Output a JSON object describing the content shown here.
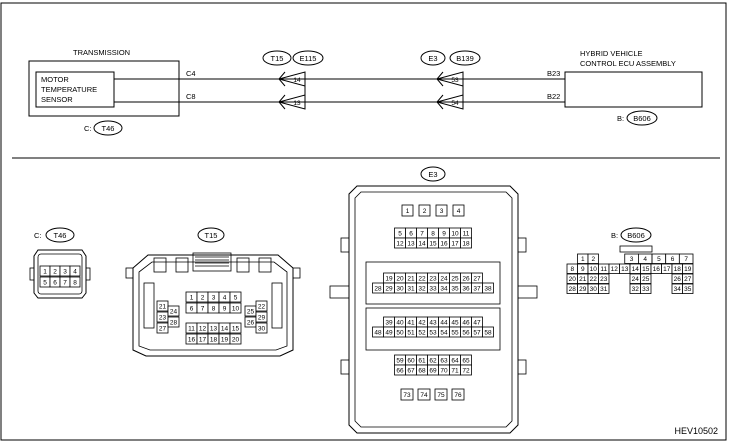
{
  "diagram": {
    "transmission": {
      "title": "TRANSMISSION",
      "sensor_lines": [
        "MOTOR",
        "TEMPERATURE",
        "SENSOR"
      ],
      "connector_caption_prefix": "C:",
      "connector_tag": "T46"
    },
    "ecu": {
      "title_lines": [
        "HYBRID VEHICLE",
        "CONTROL ECU ASSEMBLY"
      ],
      "connector_caption_prefix": "B:",
      "connector_tag": "B606"
    },
    "wires": [
      {
        "left_pin": "C4",
        "joint1_pin": "14",
        "joint2_pin": "53",
        "right_pin": "B23"
      },
      {
        "left_pin": "C8",
        "joint1_pin": "13",
        "joint2_pin": "54",
        "right_pin": "B22"
      }
    ],
    "joint_tags": {
      "joint1": [
        "T15",
        "E115"
      ],
      "joint2": [
        "E3",
        "B139"
      ]
    }
  },
  "connectors": {
    "t46": {
      "prefix": "C:",
      "tag": "T46",
      "rows": [
        [
          "1",
          "2",
          "3",
          "4"
        ],
        [
          "5",
          "6",
          "7",
          "8"
        ]
      ]
    },
    "t15": {
      "tag": "T15",
      "top_rows": [
        [
          "1",
          "2",
          "3",
          "4",
          "5"
        ],
        [
          "6",
          "7",
          "8",
          "9",
          "10"
        ]
      ],
      "bottom_rows": [
        [
          "11",
          "12",
          "13",
          "14",
          "15"
        ],
        [
          "16",
          "17",
          "18",
          "19",
          "20"
        ]
      ],
      "left_col_a": [
        "21",
        "23",
        "27"
      ],
      "left_col_b": [
        "24",
        "28"
      ],
      "right_col_a": [
        "25",
        "26"
      ],
      "right_col_b": [
        "22",
        "29",
        "30"
      ]
    },
    "e3": {
      "tag": "E3",
      "rows": [
        [
          "1",
          "2",
          "3",
          "4"
        ],
        [
          "5",
          "6",
          "7",
          "8",
          "9",
          "10",
          "11"
        ],
        [
          "12",
          "13",
          "14",
          "15",
          "16",
          "17",
          "18"
        ],
        [
          "19",
          "20",
          "21",
          "22",
          "23",
          "24",
          "25",
          "26",
          "27"
        ],
        [
          "28",
          "29",
          "30",
          "31",
          "32",
          "33",
          "34",
          "35",
          "36",
          "37",
          "38"
        ],
        [
          "39",
          "40",
          "41",
          "42",
          "43",
          "44",
          "45",
          "46",
          "47"
        ],
        [
          "48",
          "49",
          "50",
          "51",
          "52",
          "53",
          "54",
          "55",
          "56",
          "57",
          "58"
        ],
        [
          "59",
          "60",
          "61",
          "62",
          "63",
          "64",
          "65"
        ],
        [
          "66",
          "67",
          "68",
          "69",
          "70",
          "71",
          "72"
        ],
        [
          "73",
          "74",
          "75",
          "76"
        ]
      ]
    },
    "b606": {
      "prefix": "B:",
      "tag": "B606",
      "row1": [
        "1",
        "2",
        "3",
        "4",
        "5",
        "6",
        "7"
      ],
      "row2": [
        "8",
        "9",
        "10",
        "11",
        "12",
        "13",
        "14",
        "15",
        "16",
        "17",
        "18",
        "19"
      ],
      "row3_left": [
        "20",
        "21",
        "22",
        "23"
      ],
      "row3_mid": [
        "24",
        "25"
      ],
      "row3_right": [
        "26",
        "27"
      ],
      "row4_left": [
        "28",
        "29",
        "30",
        "31"
      ],
      "row4_mid": [
        "32",
        "33"
      ],
      "row4_right": [
        "34",
        "35"
      ]
    }
  },
  "footer": {
    "code": "HEV10502"
  }
}
